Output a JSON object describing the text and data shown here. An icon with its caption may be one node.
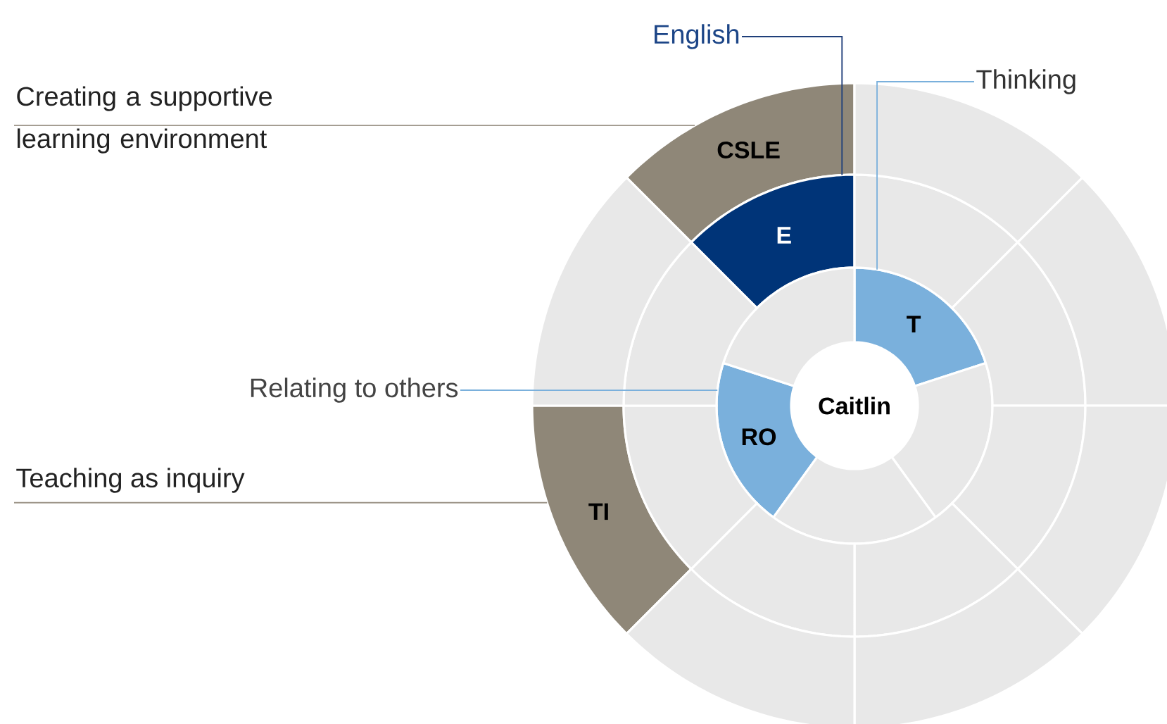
{
  "diagram": {
    "nodes": [
      {
        "text": [
          "English"
        ]
      },
      {
        "text": [
          "Thinking"
        ]
      },
      {
        "text": [
          "Creating a supportive learning environment"
        ]
      },
      {
        "text": [
          "CSLE"
        ]
      },
      {
        "text": [
          "E"
        ]
      },
      {
        "text": [
          "T"
        ]
      },
      {
        "text": [
          "Relating to others"
        ]
      },
      {
        "text": [
          "Caitlin"
        ]
      },
      {
        "text": [
          "RO"
        ]
      },
      {
        "text": [
          "Teaching as inquiry"
        ]
      },
      {
        "text": [
          "TI"
        ]
      },
      {
        "text": [],
        "shape": "sector"
      },
      {
        "text": [],
        "shape": "sector"
      },
      {
        "text": [],
        "shape": "sector"
      },
      {
        "text": [],
        "shape": "sector"
      },
      {
        "text": [],
        "shape": "sector"
      },
      {
        "text": [],
        "shape": "sector"
      },
      {
        "text": [],
        "shape": "sector"
      },
      {
        "text": [],
        "shape": "sector"
      },
      {
        "text": [],
        "shape": "sector"
      },
      {
        "text": [],
        "shape": "sector"
      },
      {
        "text": [],
        "shape": "sector"
      },
      {
        "text": [],
        "shape": "sector"
      },
      {
        "text": [],
        "shape": "sector"
      },
      {
        "text": [],
        "shape": "sector"
      },
      {
        "text": [],
        "shape": "sector"
      },
      {
        "text": [],
        "shape": "sector"
      }
    ],
    "edges": [
      {
        "from": 0,
        "to": 4,
        "arrow": "none",
        "color": "#1f3f7a"
      },
      {
        "from": 1,
        "to": 5,
        "arrow": "none",
        "color": "#7ab0dc"
      },
      {
        "from": 2,
        "to": 3,
        "arrow": "none",
        "color": "#9e968a"
      },
      {
        "from": 6,
        "to": 8,
        "arrow": "none",
        "color": "#7ab0dc"
      },
      {
        "from": 9,
        "to": 10,
        "arrow": "none",
        "color": "#9e968a"
      }
    ]
  }
}
